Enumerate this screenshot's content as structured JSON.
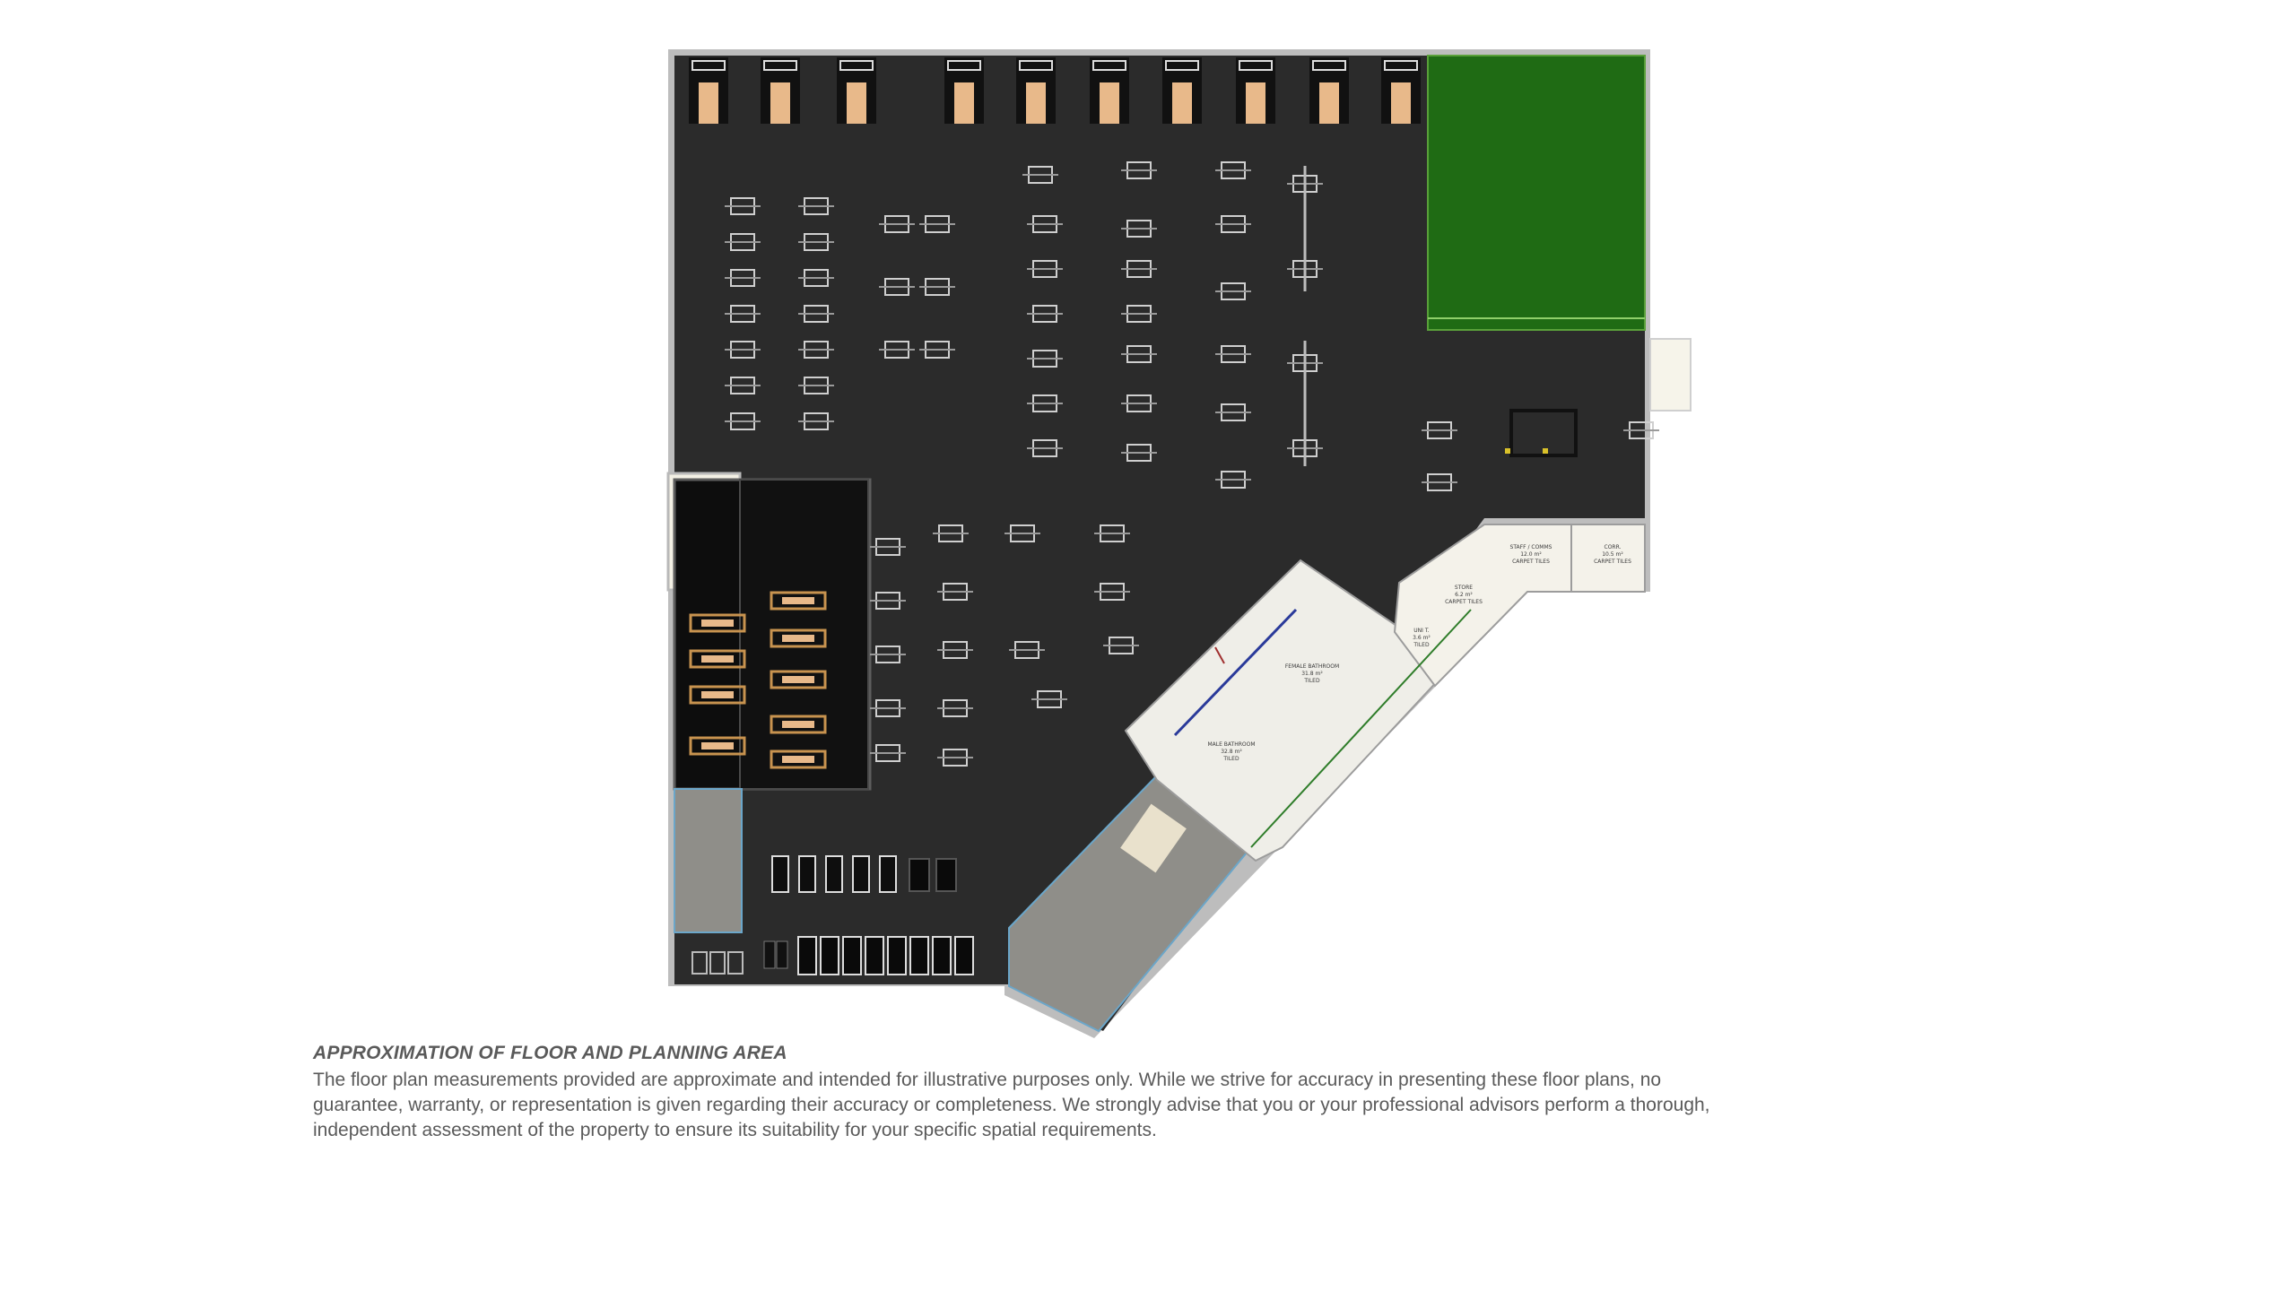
{
  "disclaimer": {
    "title": "APPROXIMATION OF FLOOR AND PLANNING AREA",
    "body": "The floor plan measurements provided are approximate and intended for illustrative purposes only. While we strive for accuracy in presenting these floor plans, no guarantee, warranty, or representation is given regarding their accuracy or completeness. We strongly advise that you or your professional advisors perform a thorough, independent assessment of the property to ensure its suitability for your specific spatial requirements."
  },
  "rooms": {
    "staff_comms": {
      "name": "STAFF / COMMS",
      "area": "12.0 m²",
      "finish": "CARPET TILES"
    },
    "corr": {
      "name": "CORR.",
      "area": "10.5 m²",
      "finish": "CARPET TILES"
    },
    "store": {
      "name": "STORE",
      "area": "6.2 m²",
      "finish": "CARPET TILES"
    },
    "uni": {
      "name": "UNI T.",
      "area": "3.6 m²",
      "finish": "TILED"
    },
    "female_bathroom": {
      "name": "FEMALE BATHROOM",
      "area": "31.8 m²",
      "finish": "TILED"
    },
    "male_bathroom": {
      "name": "MALE BATHROOM",
      "area": "32.8 m²",
      "finish": "TILED"
    }
  },
  "colors": {
    "gym_floor": "#2b2b2b",
    "turf": "#1f6b14",
    "timber": "#e8b98a",
    "wet_area": "#efeee8",
    "concrete": "#8f8e89",
    "wall": "#9a9a9a"
  }
}
